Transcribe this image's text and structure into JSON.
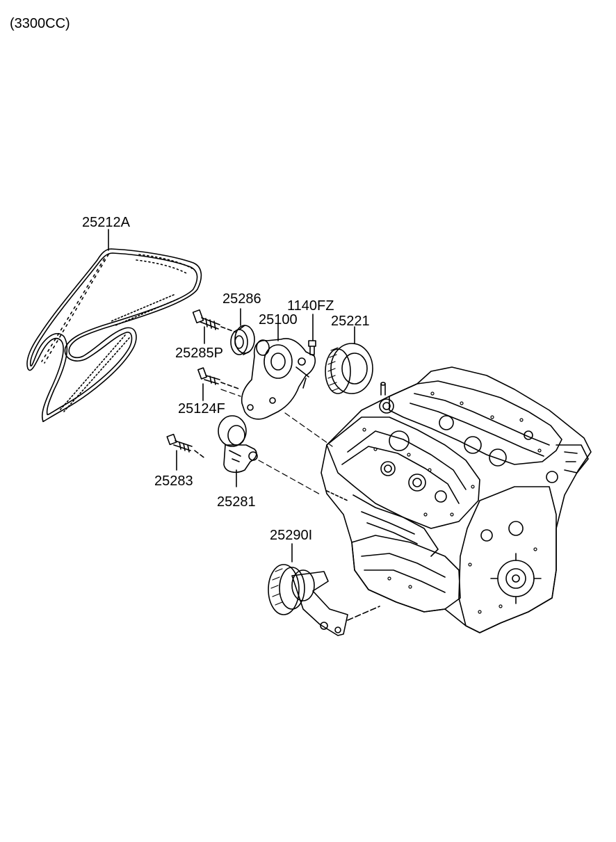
{
  "header": {
    "engine_spec": "(3300CC)"
  },
  "parts": {
    "belt": "25212A",
    "idler_pulley": "25286",
    "water_pump": "25100",
    "pump_bolt": "1140FZ",
    "pump_pulley": "25221",
    "idler_bolt": "25285P",
    "pump_stud": "25124F",
    "tensioner_bolt": "25283",
    "tensioner": "25281",
    "lower_idler": "25290I"
  },
  "colors": {
    "line": "#000000",
    "background": "#ffffff"
  }
}
